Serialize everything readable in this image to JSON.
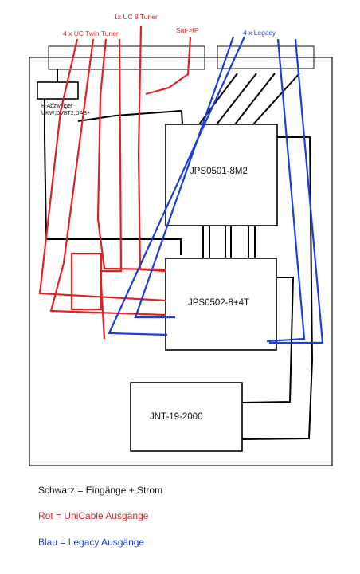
{
  "top_labels": {
    "uc8": "1x UC 8 Tuner",
    "twin": "4 x UC Twin Tuner",
    "sat_ip": "Sat->IP",
    "legacy": "4 x Legacy"
  },
  "components": {
    "splitter_label_1": "F-Abzweiger",
    "splitter_label_2": "UKW;DVBT2;DAB+",
    "jps0501": "JPS0501-8M2",
    "jps0502": "JPS0502-8+4T",
    "jnt": "JNT-19-2000"
  },
  "legend": {
    "black": "Schwarz = Eingänge + Strom",
    "red": "Rot = UniCable Ausgänge",
    "blue": "Blau = Legacy Ausgänge"
  },
  "colors": {
    "black": "#000000",
    "red": "#e32121",
    "blue": "#1a3fd6"
  }
}
